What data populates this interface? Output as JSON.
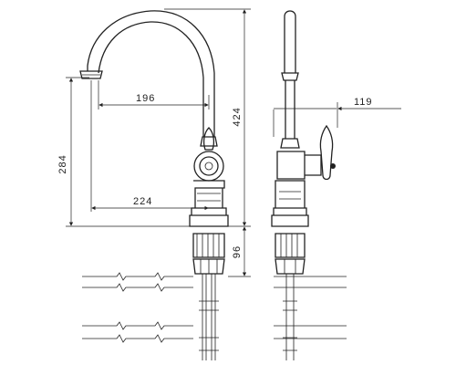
{
  "dimensions": {
    "spout_reach": "196",
    "overall_reach": "224",
    "spout_height": "284",
    "total_height": "424",
    "handle_projection": "119",
    "shank_length": "96"
  },
  "colors": {
    "line": "#222222",
    "background": "#ffffff"
  }
}
